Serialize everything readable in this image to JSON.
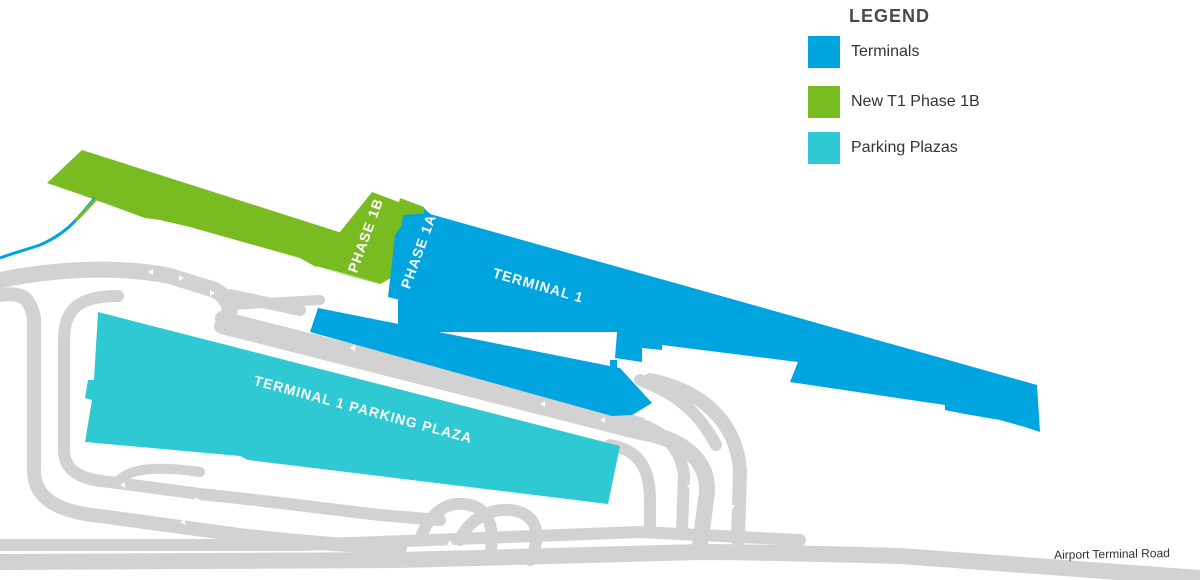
{
  "colors": {
    "terminal": "#00a5e0",
    "phase_1b": "#79bc22",
    "parking": "#2ec9d3",
    "roads": "#d2d2d2",
    "road_arrows": "#ffffff",
    "background": "#ffffff"
  },
  "legend": {
    "title": "LEGEND",
    "items": [
      {
        "label": "Terminals",
        "color": "#00a5e0"
      },
      {
        "label": "New T1 Phase 1B",
        "color": "#79bc22"
      },
      {
        "label": "Parking Plazas",
        "color": "#2ec9d3"
      }
    ]
  },
  "map": {
    "labels": {
      "phase_1b": "PHASE 1B",
      "phase_1a": "PHASE 1A",
      "terminal_1": "TERMINAL 1",
      "parking_plaza": "TERMINAL 1 PARKING PLAZA",
      "road": "Airport Terminal Road"
    }
  }
}
